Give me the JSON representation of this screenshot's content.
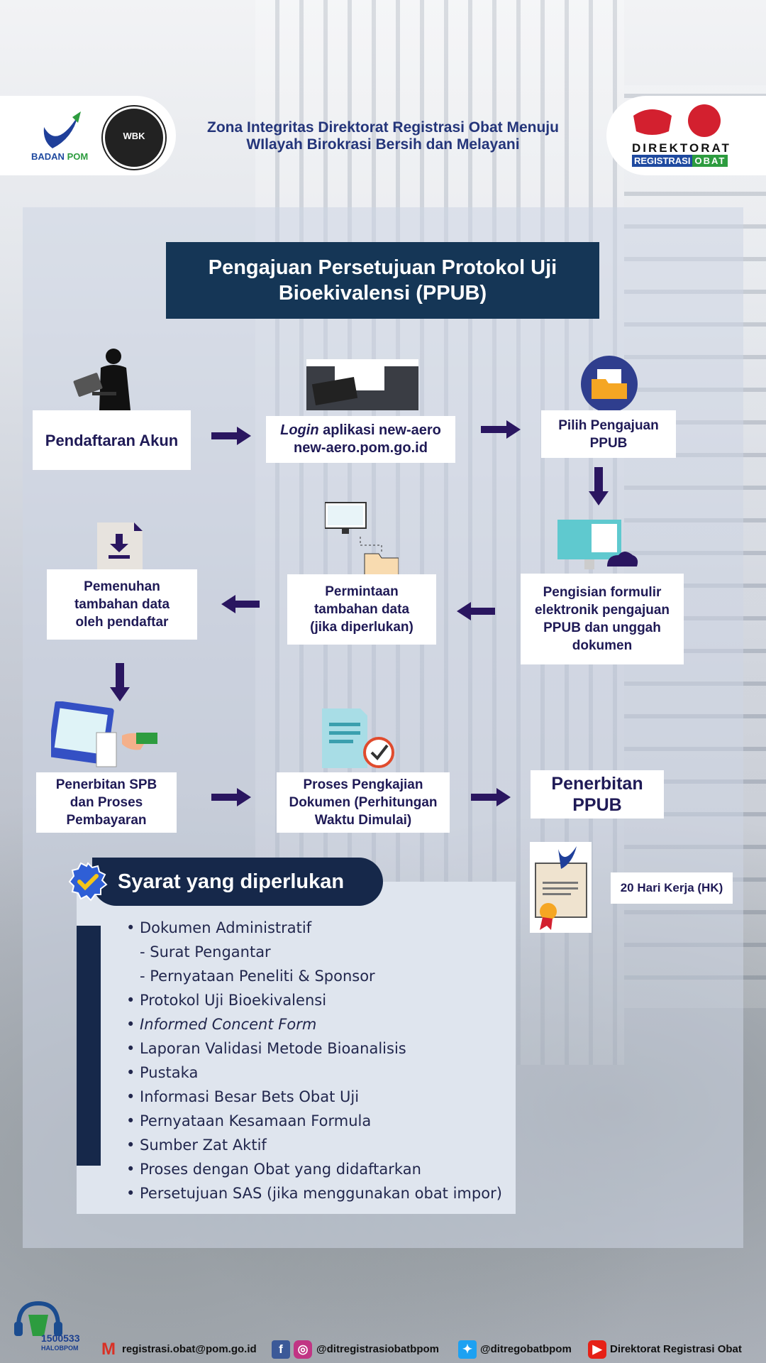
{
  "header": {
    "logo_left_text_1": "BADAN",
    "logo_left_text_2": "POM",
    "wbk_label": "WBK",
    "title_line1": "Zona Integritas Direktorat Registrasi Obat Menuju",
    "title_line2": "WIlayah Birokrasi Bersih dan Melayani",
    "logo_right_line1": "DIREKTORAT",
    "logo_right_line2a": "REGISTRASI",
    "logo_right_line2b": "OBAT"
  },
  "main_title": {
    "line1": "Pengajuan Persetujuan Protokol Uji",
    "line2": "Bioekivalensi (PPUB)"
  },
  "flow": {
    "step1": "Pendaftaran Akun",
    "step2_italic": "Login",
    "step2_rest": " aplikasi new-aero",
    "step2_line2": "new-aero.pom.go.id",
    "step3_line1": "Pilih Pengajuan",
    "step3_line2": "PPUB",
    "step4_line1": "Pengisian formulir",
    "step4_line2": "elektronik pengajuan",
    "step4_line3": "PPUB dan unggah",
    "step4_line4": "dokumen",
    "step5_line1": "Permintaan",
    "step5_line2": "tambahan data",
    "step5_line3": "(jika diperlukan)",
    "step6_line1": "Pemenuhan",
    "step6_line2": "tambahan data",
    "step6_line3": "oleh pendaftar",
    "step7_line1": "Penerbitan SPB",
    "step7_line2": "dan Proses",
    "step7_line3": "Pembayaran",
    "step8_line1": "Proses Pengkajian",
    "step8_line2": "Dokumen (Perhitungan",
    "step8_line3": "Waktu Dimulai)",
    "step9_line1": "Penerbitan",
    "step9_line2": "PPUB",
    "duration": "20 Hari Kerja (HK)"
  },
  "requirements": {
    "title": "Syarat yang diperlukan",
    "items": [
      "Dokumen Administratif",
      "- Surat Pengantar",
      "- Pernyataan Peneliti & Sponsor",
      "Protokol Uji Bioekivalensi",
      "Informed Concent Form",
      "Laporan Validasi Metode Bioanalisis",
      "Pustaka",
      "Informasi Besar Bets Obat Uji",
      "Pernyataan Kesamaan Formula",
      "Sumber Zat Aktif",
      "Proses dengan Obat yang didaftarkan",
      "Persetujuan SAS (jika menggunakan obat impor)"
    ]
  },
  "footer": {
    "hotline": "1500533",
    "hotline_sub": "HALOBPOM",
    "email": "registrasi.obat@pom.go.id",
    "facebook_instagram": "@ditregistrasiobatbpom",
    "twitter": "@ditregobatbpom",
    "youtube": "Direktorat Registrasi Obat"
  },
  "colors": {
    "navy": "#153656",
    "arrow": "#2a1660",
    "text": "#1f1a56"
  }
}
